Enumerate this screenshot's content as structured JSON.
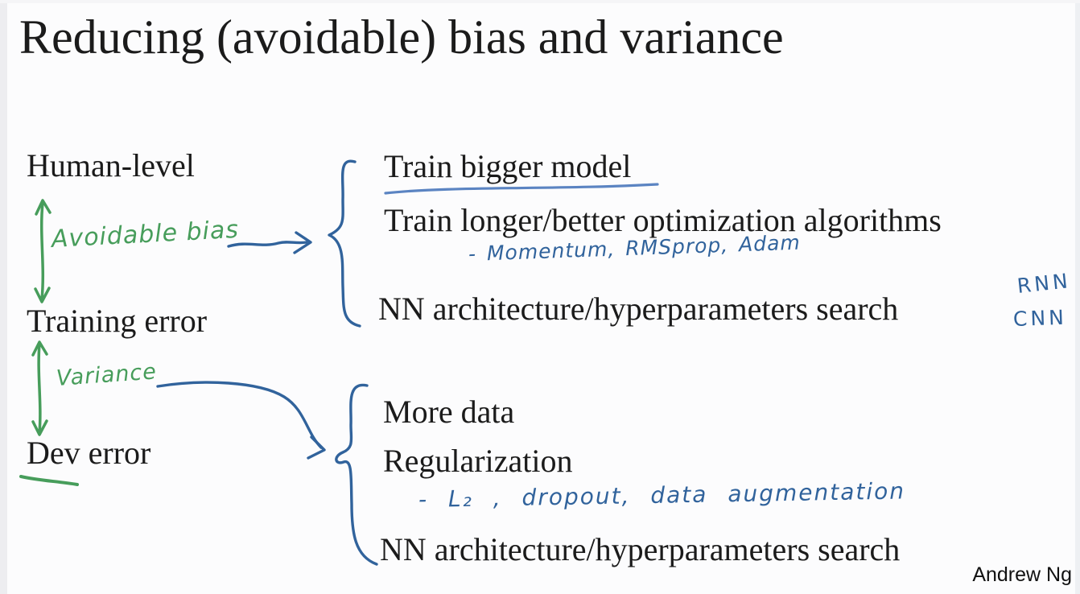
{
  "title": "Reducing (avoidable) bias and variance",
  "footer": "Andrew Ng",
  "ladder": {
    "human_level": "Human-level",
    "training_error": "Training error",
    "dev_error": "Dev error",
    "avoidable_bias_label": "Avoidable bias",
    "variance_label": "Variance"
  },
  "bias_remedies": {
    "item1": "Train bigger model",
    "item2": "Train longer/better optimization algorithms",
    "item2_note": "- Momentum, RMSprop, Adam",
    "item3": "NN architecture/hyperparameters search",
    "item3_note_line1": "RNN",
    "item3_note_line2": "CNN"
  },
  "variance_remedies": {
    "item1": "More data",
    "item2": "Regularization",
    "item2_note": "- L₂ , dropout, data augmentation",
    "item3": "NN architecture/hyperparameters search"
  },
  "colors": {
    "text_ink": "#1b1b1b",
    "handwriting_green": "#479d5b",
    "handwriting_blue": "#31639c",
    "background": "#fcfcfd"
  }
}
